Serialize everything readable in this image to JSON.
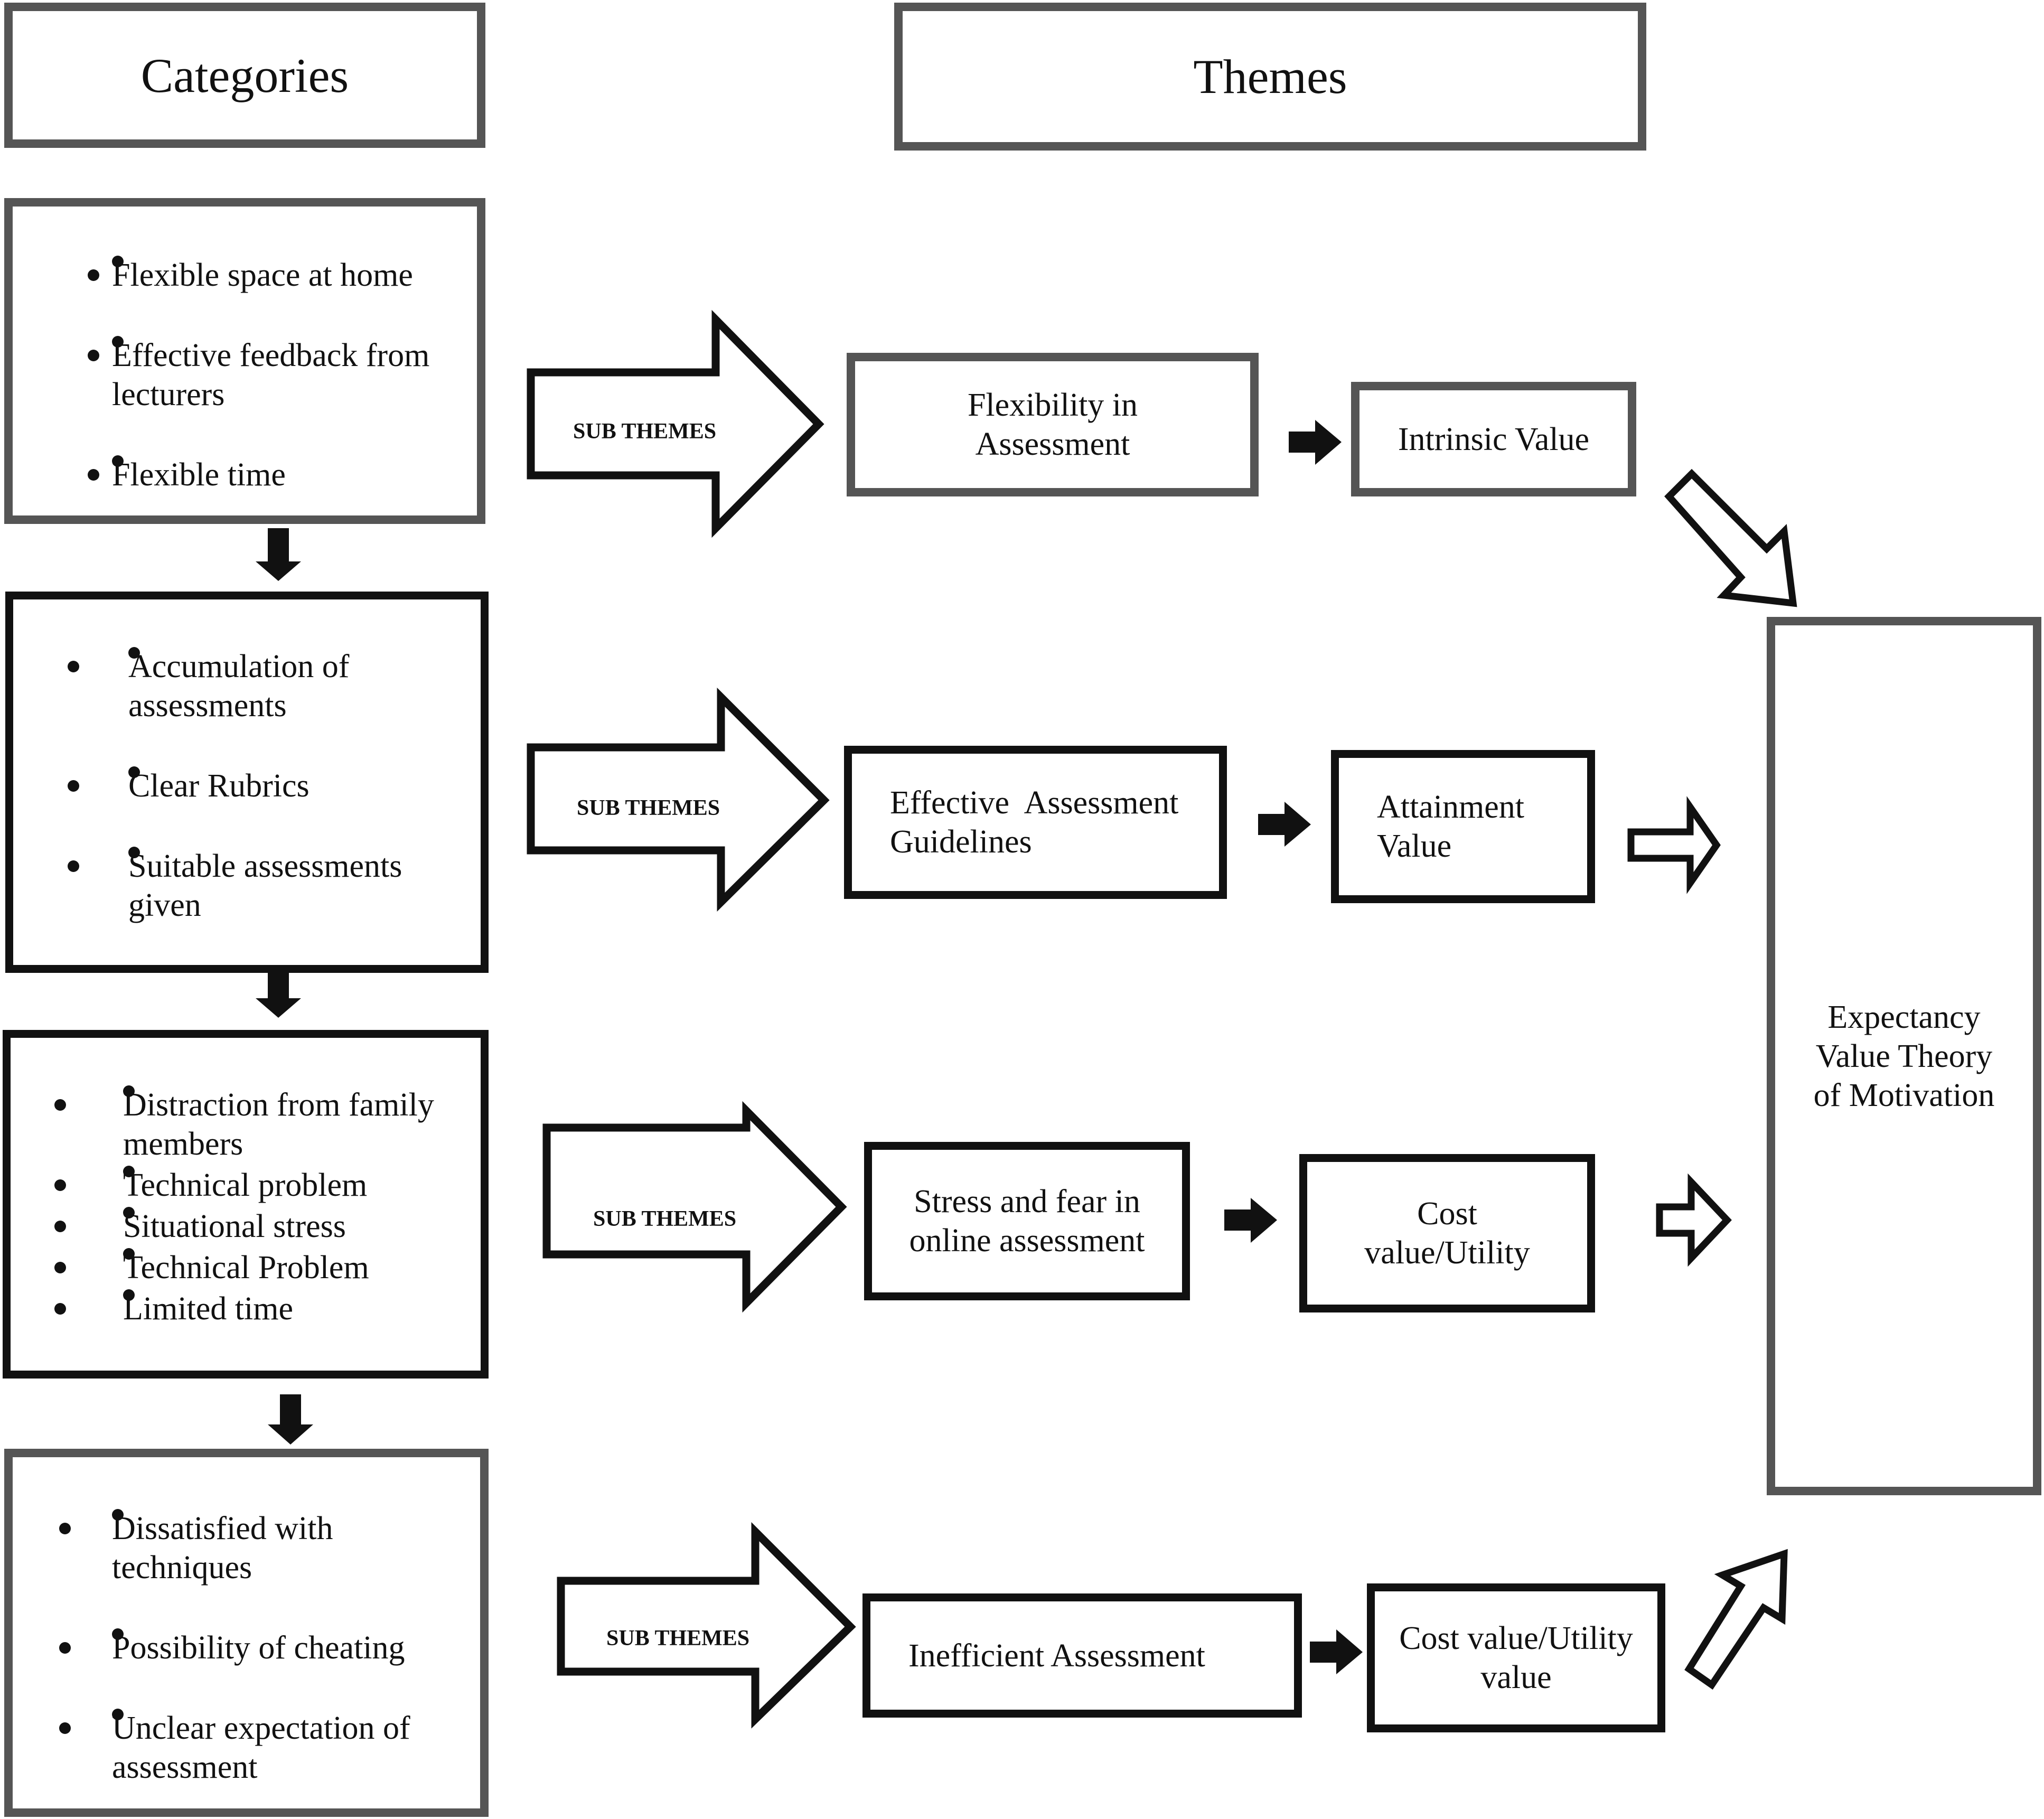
{
  "headers": {
    "categories": "Categories",
    "themes": "Themes"
  },
  "categories": [
    {
      "items": [
        "Flexible space at home",
        "Effective feedback from lecturers",
        "Flexible time"
      ]
    },
    {
      "items": [
        "Accumulation of assessments",
        "Clear Rubrics",
        "Suitable assessments given"
      ]
    },
    {
      "items": [
        "Distraction from family members",
        "Technical problem",
        "Situational stress",
        "Technical Problem",
        "Limited time"
      ]
    },
    {
      "items": [
        "Dissatisfied with techniques",
        "Possibility of cheating",
        "Unclear expectation of assessment"
      ]
    }
  ],
  "sub_theme_label": "SUB THEMES",
  "themes": [
    {
      "label": "Flexibility in Assessment",
      "value": "Intrinsic Value"
    },
    {
      "label": "Effective  Assessment Guidelines",
      "value": "Attainment Value"
    },
    {
      "label": "Stress and fear in online assessment",
      "value": "Cost value/Utility"
    },
    {
      "label": "Inefficient Assessment",
      "value": "Cost value/Utility value"
    }
  ],
  "outcome": "Expectancy Value Theory of Motivation",
  "colors": {
    "gray_border": "#555555",
    "black_border": "#111111",
    "text": "#111111"
  }
}
